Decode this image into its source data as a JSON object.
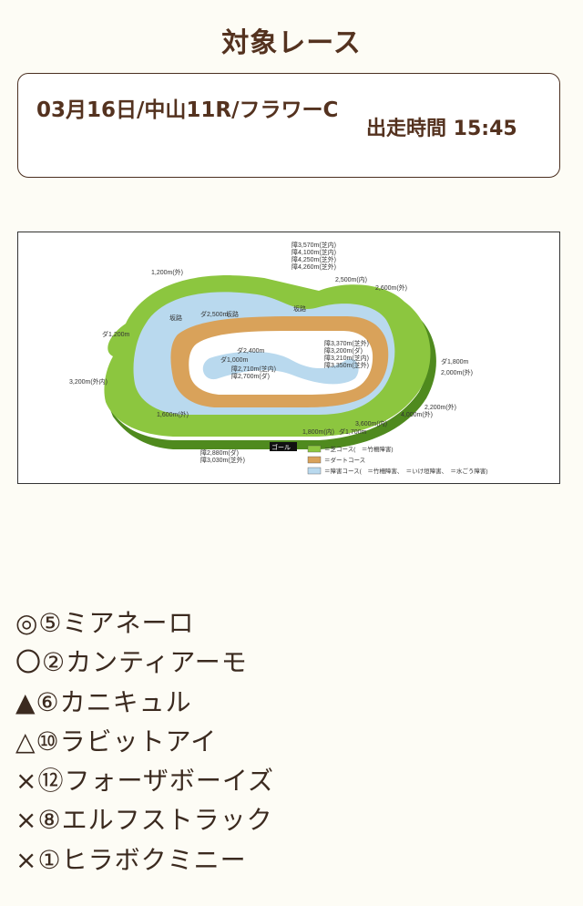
{
  "header": {
    "title": "対象レース"
  },
  "race": {
    "name": "03月16日/中山11R/フラワーC",
    "post_time": "出走時間 15:45"
  },
  "course_map": {
    "labels": {
      "obst1": "障3,570m(芝内)",
      "obst2": "障4,100m(芝内)",
      "obst3": "障4,250m(芝外)",
      "obst4": "障4,260m(芝外)",
      "d2500in": "2,500m(内)",
      "d2600out": "2,600m(外)",
      "d1200out": "1,200m(外)",
      "dirt1200": "ダ1,200m",
      "dirt2500": "ダ2,500m",
      "slope1": "坂路",
      "slope2": "坂路",
      "slope3": "坂路",
      "dirt2400": "ダ2,400m",
      "d1000": "ダ1,000m",
      "obst2710": "障2,710m(芝内)",
      "obst2700": "障2,700m(ダ)",
      "obst3370": "障3,370m(芝外)",
      "obst3200": "障3,200m(ダ)",
      "obst3210": "障3,210m(芝内)",
      "obst3350": "障3,350m(芝外)",
      "dirt1800": "ダ1,800m",
      "d2000out": "2,000m(外)",
      "d3200": "3,200m(外内)",
      "d1600out": "1,600m(外)",
      "d2200out": "2,200m(外)",
      "d4000out": "4,000m(外)",
      "d3600in": "3,600m(内)",
      "dirt1700": "ダ1,700m",
      "d1800in": "1,800m(内)",
      "goal": "ゴール",
      "obst2880": "障2,880m(ダ)",
      "obst3030": "障3,030m(芝外)"
    },
    "legend": {
      "turf": "＝芝コース(　＝竹柵障害)",
      "dirt": "＝ダートコース",
      "obstacle": "＝障害コース(　＝竹柵障害、　＝いけ垣障害、　＝水ごう障害)"
    },
    "colors": {
      "turf": "#8cc63f",
      "turf_side": "#4f8a1e",
      "dirt": "#d9a25a",
      "obstacle": "#b9d9ee"
    }
  },
  "picks": [
    {
      "text": "◎⑤ミアネーロ"
    },
    {
      "text": "〇②カンティアーモ"
    },
    {
      "text": "▲⑥カニキュル"
    },
    {
      "text": "△⑩ラビットアイ"
    },
    {
      "text": "×⑫フォーザボーイズ"
    },
    {
      "text": "×⑧エルフストラック"
    },
    {
      "text": "×①ヒラボクミニー"
    }
  ]
}
